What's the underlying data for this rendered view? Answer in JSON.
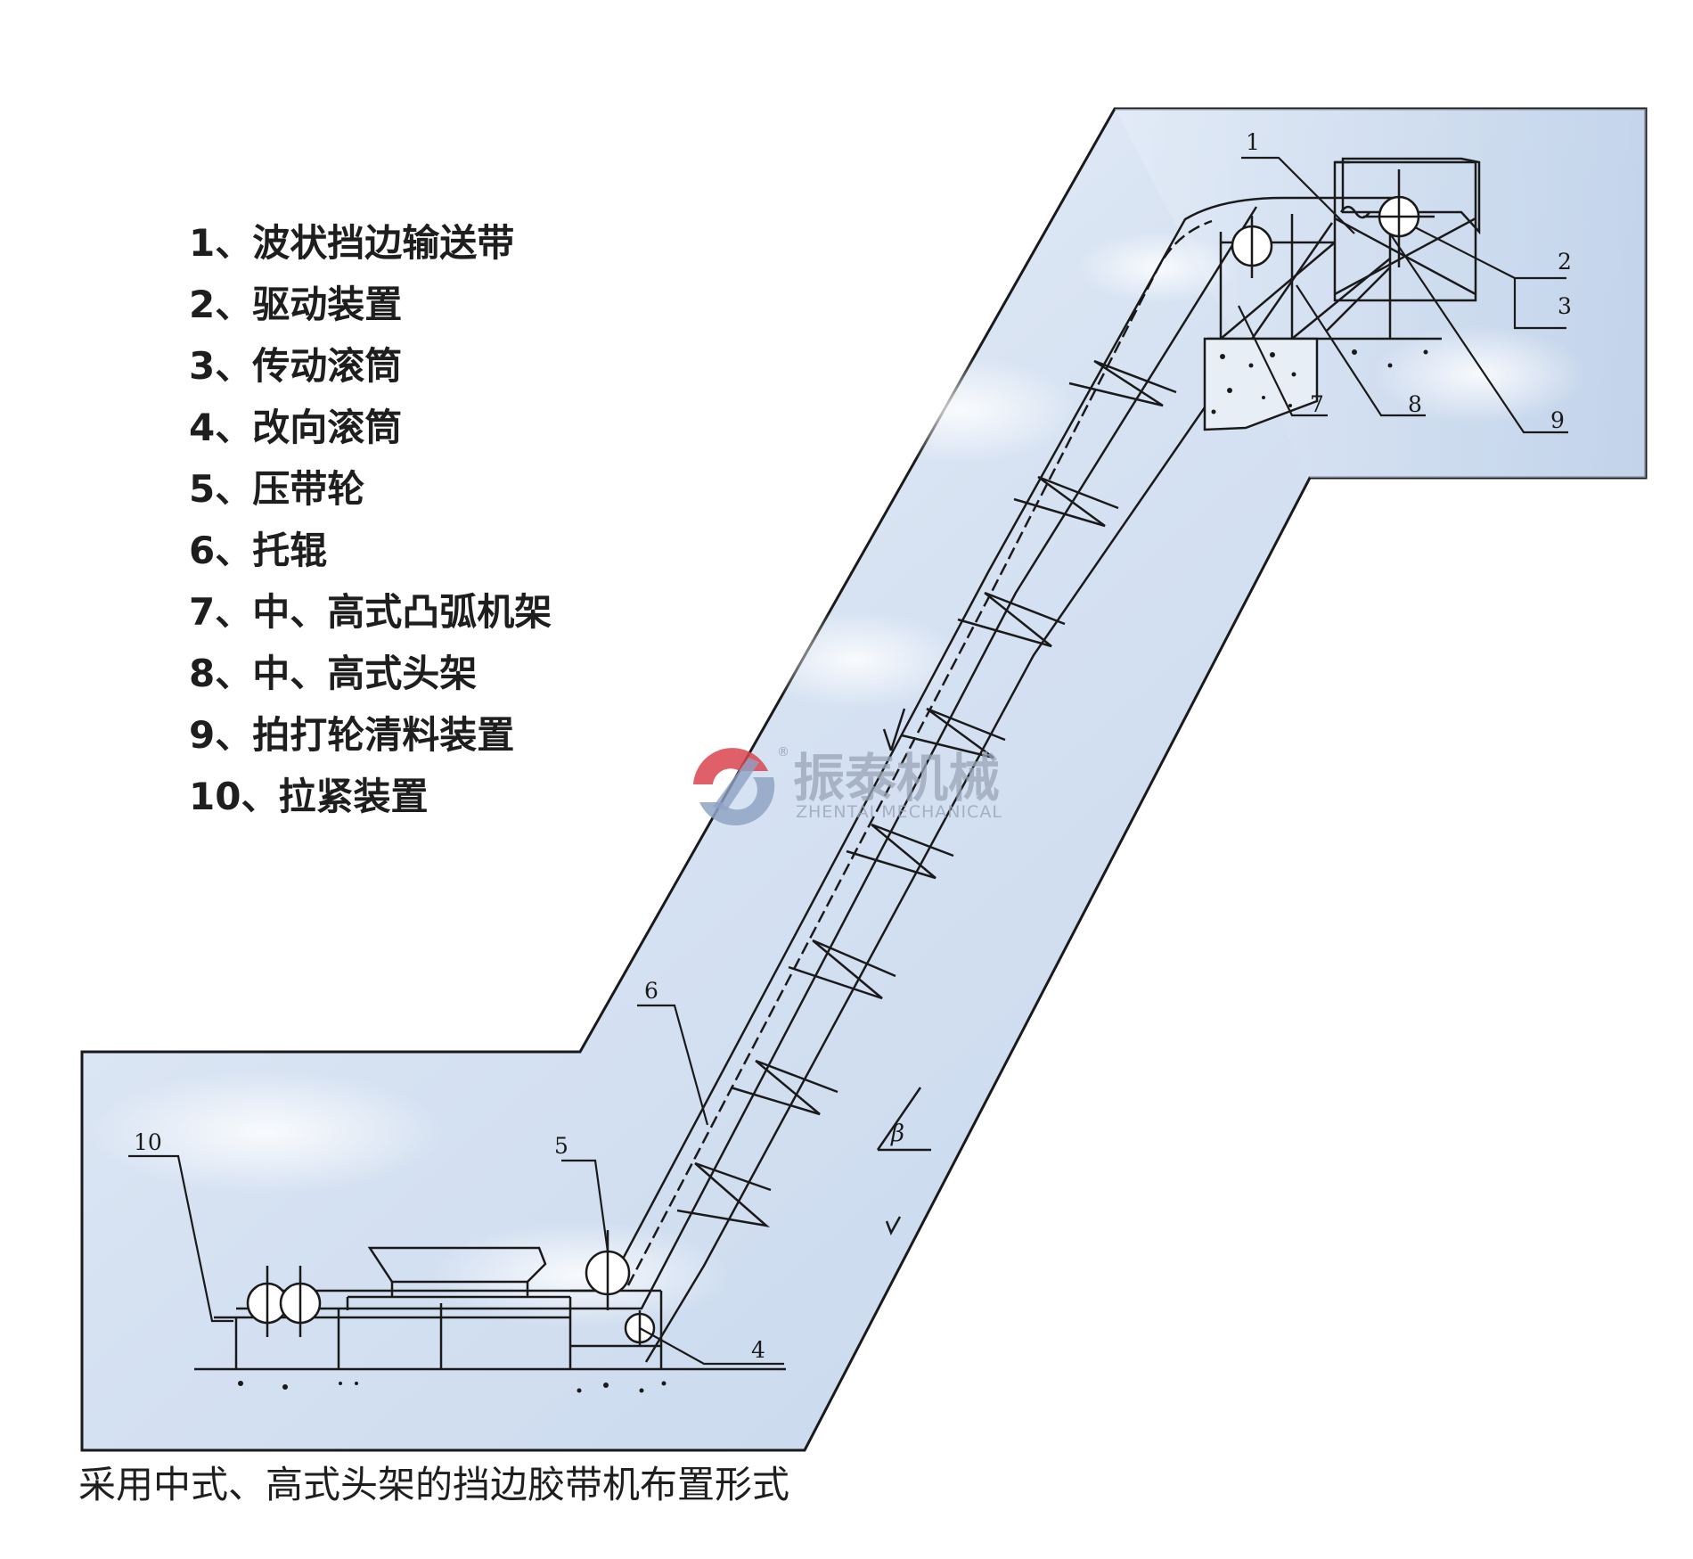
{
  "legend": {
    "items": [
      "1、波状挡边输送带",
      "2、驱动装置",
      "3、传动滚筒",
      "4、改向滚筒",
      "5、压带轮",
      "6、托辊",
      "7、中、高式凸弧机架",
      "8、中、高式头架",
      "9、拍打轮清料装置",
      "10、拉紧装置"
    ]
  },
  "callouts": {
    "c1": "1",
    "c2": "2",
    "c3": "3",
    "c4": "4",
    "c5": "5",
    "c6": "6",
    "c7": "7",
    "c8": "8",
    "c9": "9",
    "c10": "10"
  },
  "angle_label": "β",
  "caption": "采用中式、高式头架的挡边胶带机布置形式",
  "watermark": {
    "brand_cn": "振泰机械",
    "brand_en": "ZHENTAI MECHANICAL",
    "registered": "®"
  },
  "colors": {
    "panel_fill": "#dbe6f4",
    "panel_deep": "#b9cbe6",
    "line": "#1a1a1a",
    "logo_red": "#d9444d",
    "logo_blue": "#8fa3c4"
  }
}
